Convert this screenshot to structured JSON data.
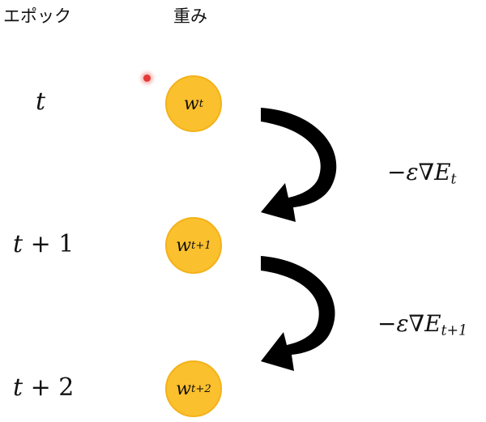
{
  "header": {
    "epoch_label": "エポック",
    "weight_label": "重み"
  },
  "rows": [
    {
      "epoch": {
        "base": "t",
        "op": "",
        "num": ""
      },
      "weight": {
        "base": "w",
        "sup": "t"
      }
    },
    {
      "epoch": {
        "base": "t",
        "op": "+",
        "num": "1"
      },
      "weight": {
        "base": "w",
        "sup": "t+1"
      }
    },
    {
      "epoch": {
        "base": "t",
        "op": "+",
        "num": "2"
      },
      "weight": {
        "base": "w",
        "sup": "t+2"
      }
    }
  ],
  "gradients": [
    {
      "minus": "−",
      "eps": "ε",
      "nabla": "∇",
      "E": "E",
      "sub": "t"
    },
    {
      "minus": "−",
      "eps": "ε",
      "nabla": "∇",
      "E": "E",
      "sub": "t+1"
    }
  ],
  "colors": {
    "node_fill": "#fbc02d",
    "node_border": "#f3b21a",
    "arrow": "#000000",
    "pointer": "#e53935"
  },
  "icons": [
    "curved-arrow-icon",
    "curved-arrow-icon"
  ]
}
